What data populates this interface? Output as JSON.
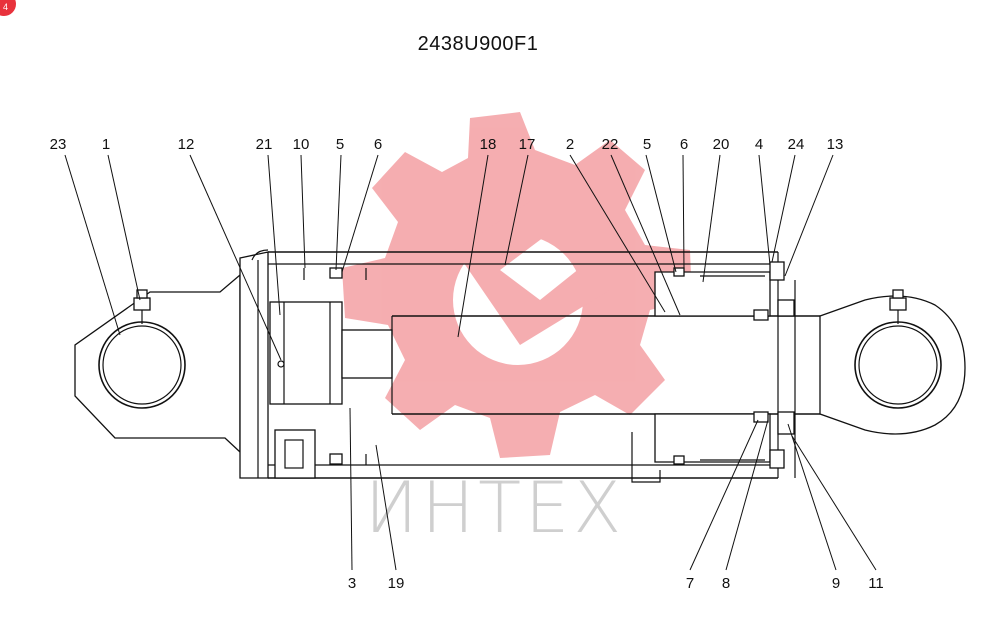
{
  "drawing": {
    "title": "2438U900F1",
    "watermark_text": "ИНТЕХ",
    "accent_color": "#e8323c",
    "watermark_logo_color": "#f4a5a8",
    "badge_label": "4",
    "top_callouts": [
      "23",
      "1",
      "12",
      "21",
      "10",
      "5",
      "6",
      "18",
      "17",
      "2",
      "22",
      "5",
      "6",
      "20",
      "4",
      "24",
      "13"
    ],
    "bottom_callouts": [
      "3",
      "19",
      "7",
      "8",
      "9",
      "11"
    ]
  }
}
